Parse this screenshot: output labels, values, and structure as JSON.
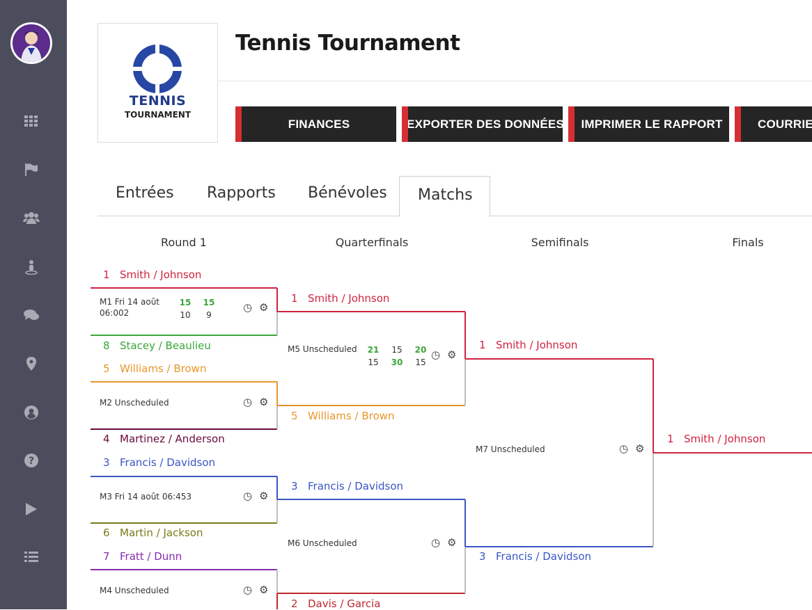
{
  "sidebar": {
    "icons": [
      {
        "name": "grid-icon",
        "glyph": "▦"
      },
      {
        "name": "flag-icon",
        "glyph": "⚑"
      },
      {
        "name": "users-icon",
        "glyph": "👥"
      },
      {
        "name": "map-person-icon",
        "glyph": "♙"
      },
      {
        "name": "chat-icon",
        "glyph": "💬"
      },
      {
        "name": "map-pin-icon",
        "glyph": "⬤"
      },
      {
        "name": "user-circle-icon",
        "glyph": "◉"
      },
      {
        "name": "help-icon",
        "glyph": "?"
      },
      {
        "name": "play-icon",
        "glyph": "▶"
      },
      {
        "name": "list-icon",
        "glyph": "☰"
      }
    ]
  },
  "logo": {
    "line1": "TENNIS",
    "line2": "TOURNAMENT"
  },
  "header": {
    "title": "Tennis Tournament"
  },
  "actions": [
    "FINANCES",
    "EXPORTER DES DONNÉES",
    "IMPRIMER LE RAPPORT",
    "COURRIEL"
  ],
  "tabs": [
    {
      "label": "Entrées",
      "active": false
    },
    {
      "label": "Rapports",
      "active": false
    },
    {
      "label": "Bénévoles",
      "active": false
    },
    {
      "label": "Matchs",
      "active": true
    }
  ],
  "rounds": [
    "Round 1",
    "Quarterfinals",
    "Semifinals",
    "Finals"
  ],
  "colors": {
    "red": "#d0223f",
    "green": "#3aa63a",
    "orange": "#e8962a",
    "maroon": "#6a0a3a",
    "blue": "#3a55c4",
    "olive": "#7a7a1a",
    "purple": "#8a2ab0",
    "brown": "#c0292e",
    "win_score": "#3aa63a",
    "accent": "#d62e34"
  },
  "round1": [
    {
      "seed": "1",
      "team": "Smith / Johnson",
      "color": "red"
    },
    {
      "seed": "8",
      "team": "Stacey / Beaulieu",
      "color": "green"
    },
    {
      "seed": "5",
      "team": "Williams / Brown",
      "color": "orange"
    },
    {
      "seed": "4",
      "team": "Martinez / Anderson",
      "color": "maroon"
    },
    {
      "seed": "3",
      "team": "Francis / Davidson",
      "color": "blue"
    },
    {
      "seed": "6",
      "team": "Martin / Jackson",
      "color": "olive"
    },
    {
      "seed": "7",
      "team": "Fratt / Dunn",
      "color": "purple"
    }
  ],
  "quarterfinals": [
    {
      "seed": "1",
      "team": "Smith / Johnson",
      "color": "red"
    },
    {
      "seed": "5",
      "team": "Williams / Brown",
      "color": "orange"
    },
    {
      "seed": "3",
      "team": "Francis / Davidson",
      "color": "blue"
    },
    {
      "seed": "2",
      "team": "Davis / Garcia",
      "color": "brown"
    }
  ],
  "semifinals": [
    {
      "seed": "1",
      "team": "Smith / Johnson",
      "color": "red"
    },
    {
      "seed": "3",
      "team": "Francis / Davidson",
      "color": "blue"
    }
  ],
  "finals": [
    {
      "seed": "1",
      "team": "Smith / Johnson",
      "color": "red"
    }
  ],
  "matches": {
    "m1": {
      "line1": "M1 Fri 14 août",
      "line2": "06:002",
      "scores_top": [
        "15",
        "15"
      ],
      "scores_bottom": [
        "10",
        "9"
      ]
    },
    "m2": {
      "line1": "M2 Unscheduled"
    },
    "m3": {
      "line1": "M3 Fri 14 août 06:453"
    },
    "m4": {
      "line1": "M4 Unscheduled"
    },
    "m5": {
      "line1": "M5 Unscheduled",
      "scores_top": [
        "21",
        "15",
        "20"
      ],
      "scores_bottom": [
        "15",
        "30",
        "15"
      ]
    },
    "m6": {
      "line1": "M6 Unscheduled"
    },
    "m7": {
      "line1": "M7 Unscheduled"
    }
  }
}
